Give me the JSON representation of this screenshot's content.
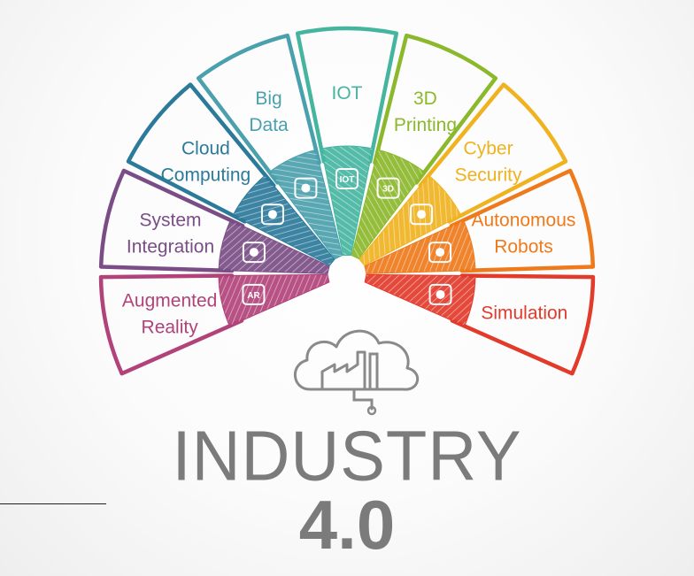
{
  "title": {
    "line1": "INDUSTRY",
    "line2": "4.0"
  },
  "segments": [
    {
      "label": [
        "Augmented",
        "Reality"
      ],
      "color": "#b2427a",
      "icon": "ar-headset-icon",
      "icon_text": "AR"
    },
    {
      "label": [
        "System",
        "Integration"
      ],
      "color": "#7a4d86",
      "icon": "stacked-coins-icon",
      "icon_text": ""
    },
    {
      "label": [
        "Cloud",
        "Computing"
      ],
      "color": "#2b7a9a",
      "icon": "cloud-upload-icon",
      "icon_text": ""
    },
    {
      "label": [
        "Big",
        "Data"
      ],
      "color": "#4aa0ad",
      "icon": "database-chart-icon",
      "icon_text": ""
    },
    {
      "label": [
        "IOT"
      ],
      "color": "#45b5a0",
      "icon": "iot-chip-icon",
      "icon_text": "IOT"
    },
    {
      "label": [
        "3D",
        "Printing"
      ],
      "color": "#8cb82c",
      "icon": "3d-printer-icon",
      "icon_text": "3D"
    },
    {
      "label": [
        "Cyber",
        "Security"
      ],
      "color": "#f0b21f",
      "icon": "padlock-icon",
      "icon_text": ""
    },
    {
      "label": [
        "Autonomous",
        "Robots"
      ],
      "color": "#ee7a1b",
      "icon": "robot-arm-icon",
      "icon_text": ""
    },
    {
      "label": [
        "Simulation"
      ],
      "color": "#e23a2b",
      "icon": "play-simulation-icon",
      "icon_text": ""
    }
  ],
  "center_icon": "cloud-factory-icon"
}
